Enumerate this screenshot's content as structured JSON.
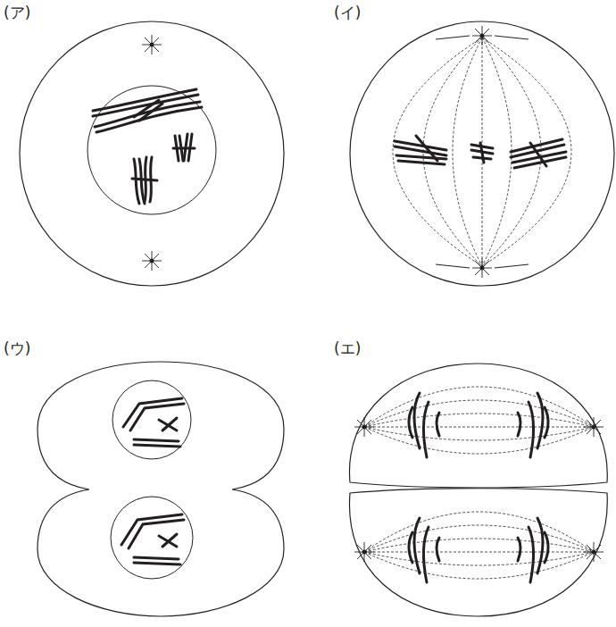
{
  "diagram": {
    "labels": [
      "(ア)",
      "(イ)",
      "(ウ)",
      "(エ)"
    ]
  }
}
